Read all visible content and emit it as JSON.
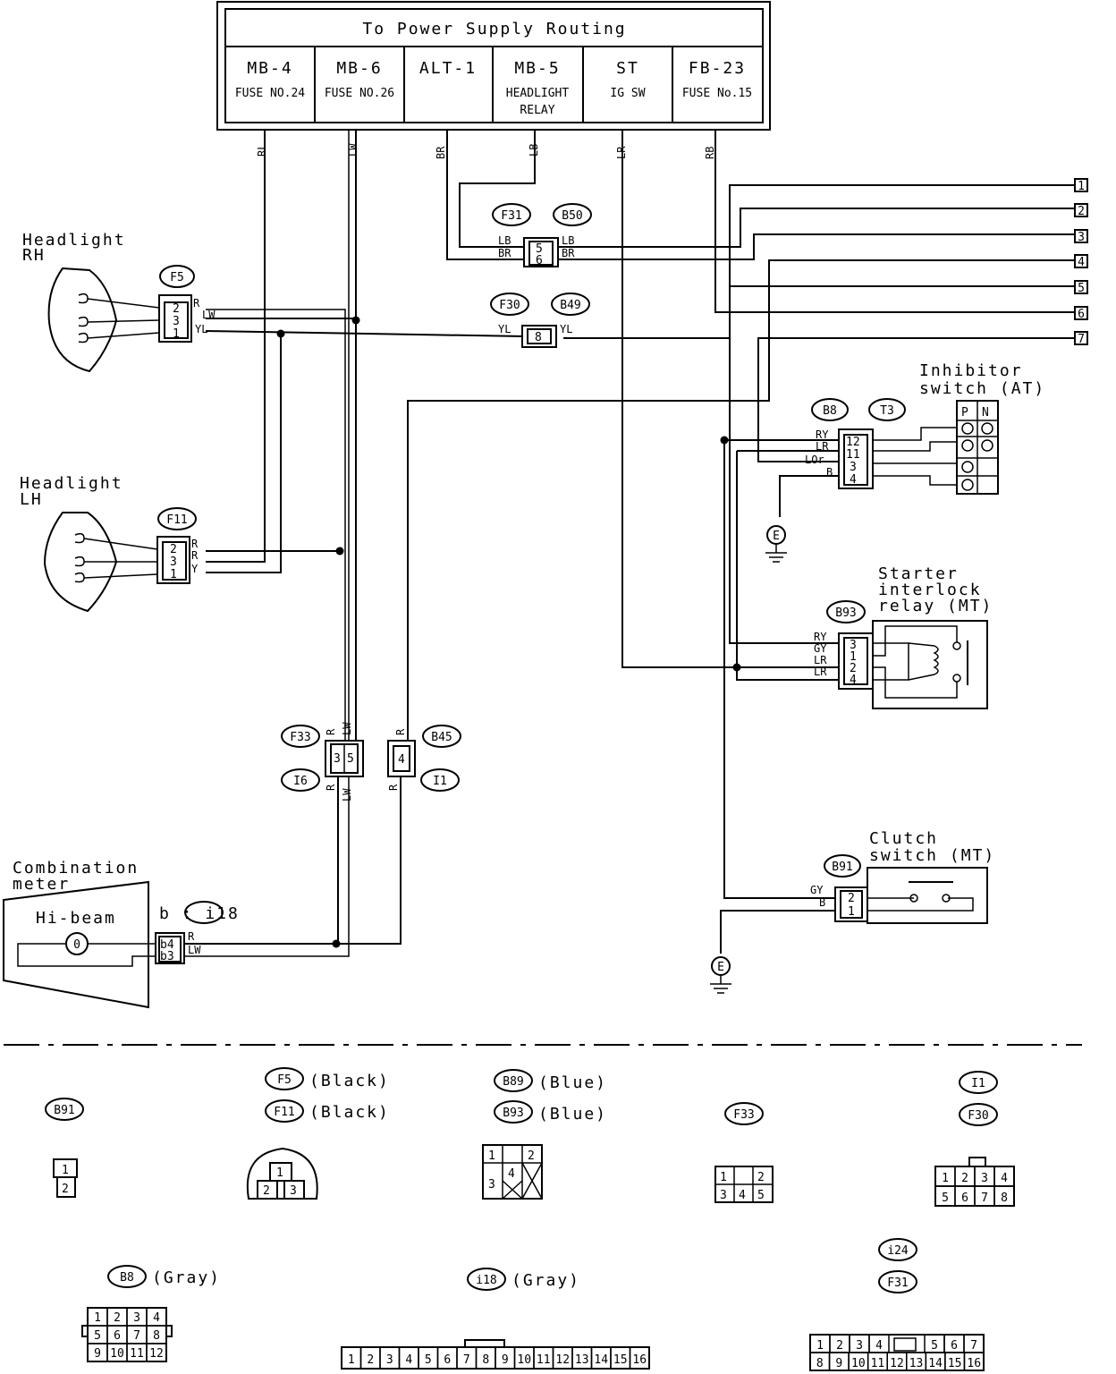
{
  "header": {
    "title": "To Power Supply Routing",
    "columns": [
      {
        "name": "MB-4",
        "sub": "FUSE NO.24",
        "sub2": ""
      },
      {
        "name": "MB-6",
        "sub": "FUSE NO.26",
        "sub2": ""
      },
      {
        "name": "ALT-1",
        "sub": "",
        "sub2": ""
      },
      {
        "name": "MB-5",
        "sub": "HEADLIGHT",
        "sub2": "RELAY"
      },
      {
        "name": "ST",
        "sub": "IG SW",
        "sub2": ""
      },
      {
        "name": "FB-23",
        "sub": "FUSE No.15",
        "sub2": ""
      }
    ],
    "wire_colors": [
      "RL",
      "LW",
      "BR",
      "LB",
      "LR",
      "RB"
    ]
  },
  "terminals": [
    "1",
    "2",
    "3",
    "4",
    "5",
    "6",
    "7"
  ],
  "components": {
    "headlight_rh": {
      "line1": "Headlight",
      "line2": "RH",
      "connector": "F5",
      "pins": [
        "2",
        "3",
        "1"
      ]
    },
    "headlight_lh": {
      "line1": "Headlight",
      "line2": "LH",
      "connector": "F11",
      "pins": [
        "2",
        "3",
        "1"
      ]
    },
    "combination_meter": {
      "line1": "Combination",
      "line2": "meter",
      "hibeam": "Hi-beam",
      "connector": "b : i18",
      "pins": [
        "b4",
        "b3"
      ]
    },
    "inhibitor_switch": {
      "line1": "Inhibitor",
      "line2": "switch (AT)",
      "pos_p": "P",
      "pos_n": "N"
    },
    "starter_relay": {
      "line1": "Starter",
      "line2": "interlock",
      "line3": "relay (MT)"
    },
    "clutch_switch": {
      "line1": "Clutch",
      "line2": "switch (MT)"
    }
  },
  "connectors": {
    "f31": "F31",
    "b50": "B50",
    "f30": "F30",
    "b49": "B49",
    "b8": "B8",
    "t3": "T3",
    "b93": "B93",
    "f33": "F33",
    "i16": "I6",
    "b45": "B45",
    "i11": "I1",
    "b91": "B91",
    "ground": "E"
  },
  "pins": {
    "f31_top": "5",
    "f31_bot": "6",
    "f30": "8",
    "b8": [
      "12",
      "11",
      "3",
      "4"
    ],
    "b93": [
      "3",
      "1",
      "2",
      "4"
    ],
    "f33": [
      "3",
      "5"
    ],
    "b45": "4",
    "b91": [
      "2",
      "1"
    ]
  },
  "wires": {
    "lb": "LB",
    "br": "BR",
    "r": "R",
    "lw": "LW",
    "yl": "YL",
    "y": "Y",
    "ry": "RY",
    "lr": "LR",
    "lor": "LOr",
    "b": "B",
    "gy": "GY"
  },
  "legend": {
    "b91": "B91",
    "f5": "F5",
    "f5_color": "(Black)",
    "f11": "F11",
    "f11_color": "(Black)",
    "b89": "B89",
    "b89_color": "(Blue)",
    "b93": "B93",
    "b93_color": "(Blue)",
    "f33": "F33",
    "i1": "I1",
    "f30": "F30",
    "b8": "B8",
    "b8_color": "(Gray)",
    "i18": "i18",
    "i18_color": "(Gray)",
    "i24": "i24",
    "f31": "F31",
    "b91_pins": [
      "1",
      "2"
    ],
    "f5_pins": [
      "1",
      "2",
      "3"
    ],
    "b89_pins": [
      "1",
      "2",
      "3",
      "4"
    ],
    "f33_pins": [
      "1",
      "2",
      "3",
      "4",
      "5"
    ],
    "f30_pins": [
      "1",
      "2",
      "3",
      "4",
      "5",
      "6",
      "7",
      "8"
    ],
    "b8_pins": [
      "1",
      "2",
      "3",
      "4",
      "5",
      "6",
      "7",
      "8",
      "9",
      "10",
      "11",
      "12"
    ],
    "i18_pins": [
      "1",
      "2",
      "3",
      "4",
      "5",
      "6",
      "7",
      "8",
      "9",
      "10",
      "11",
      "12",
      "13",
      "14",
      "15",
      "16"
    ],
    "f31_pins": [
      "1",
      "2",
      "3",
      "4",
      "5",
      "6",
      "7",
      "8",
      "9",
      "10",
      "11",
      "12",
      "13",
      "14",
      "15",
      "16"
    ]
  }
}
